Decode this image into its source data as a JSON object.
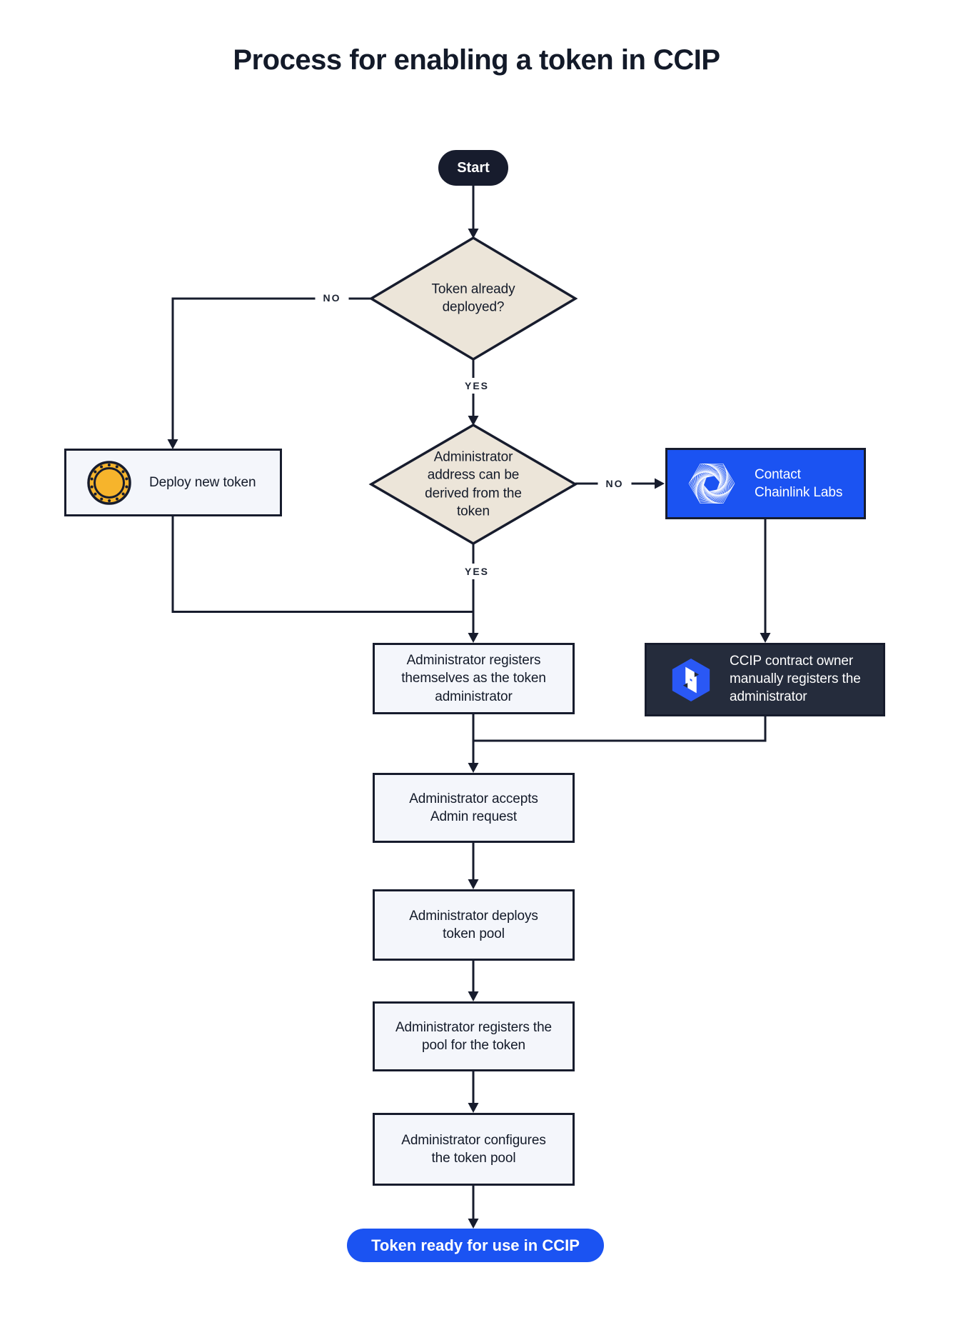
{
  "title": "Process for enabling a token in CCIP",
  "colors": {
    "navy": "#171c2d",
    "blue": "#1b53f2",
    "ccip_blue": "#2a58f5",
    "diamond_fill": "#ece5d9",
    "box_fill": "#f4f6fb",
    "dark_box_fill": "#252c3c",
    "coin_gold": "#f6b42c"
  },
  "nodes": {
    "start": {
      "label": "Start"
    },
    "token_deployed_decision": {
      "label": "Token already deployed?"
    },
    "deploy_new_token": {
      "label": "Deploy new token"
    },
    "admin_derivable_decision": {
      "label": "Administrator address can be derived from the token"
    },
    "contact_chainlink": {
      "label": "Contact Chainlink Labs"
    },
    "admin_registers_self": {
      "label": "Administrator registers themselves as the token administrator"
    },
    "ccip_owner_registers": {
      "label": "CCIP contract owner manually registers the administrator"
    },
    "admin_accepts": {
      "label": "Administrator accepts Admin request"
    },
    "admin_deploys_pool": {
      "label": "Administrator deploys token pool"
    },
    "admin_registers_pool": {
      "label": "Administrator registers the pool for the token"
    },
    "admin_configures_pool": {
      "label": "Administrator configures the token pool"
    },
    "end": {
      "label": "Token ready for use in CCIP"
    }
  },
  "edge_labels": {
    "decision1_no": "NO",
    "decision1_yes": "YES",
    "decision2_no": "NO",
    "decision2_yes": "YES"
  },
  "icons": {
    "coin": "coin-icon",
    "chainlink_labs": "chainlink-labs-logo",
    "ccip": "ccip-logo"
  }
}
